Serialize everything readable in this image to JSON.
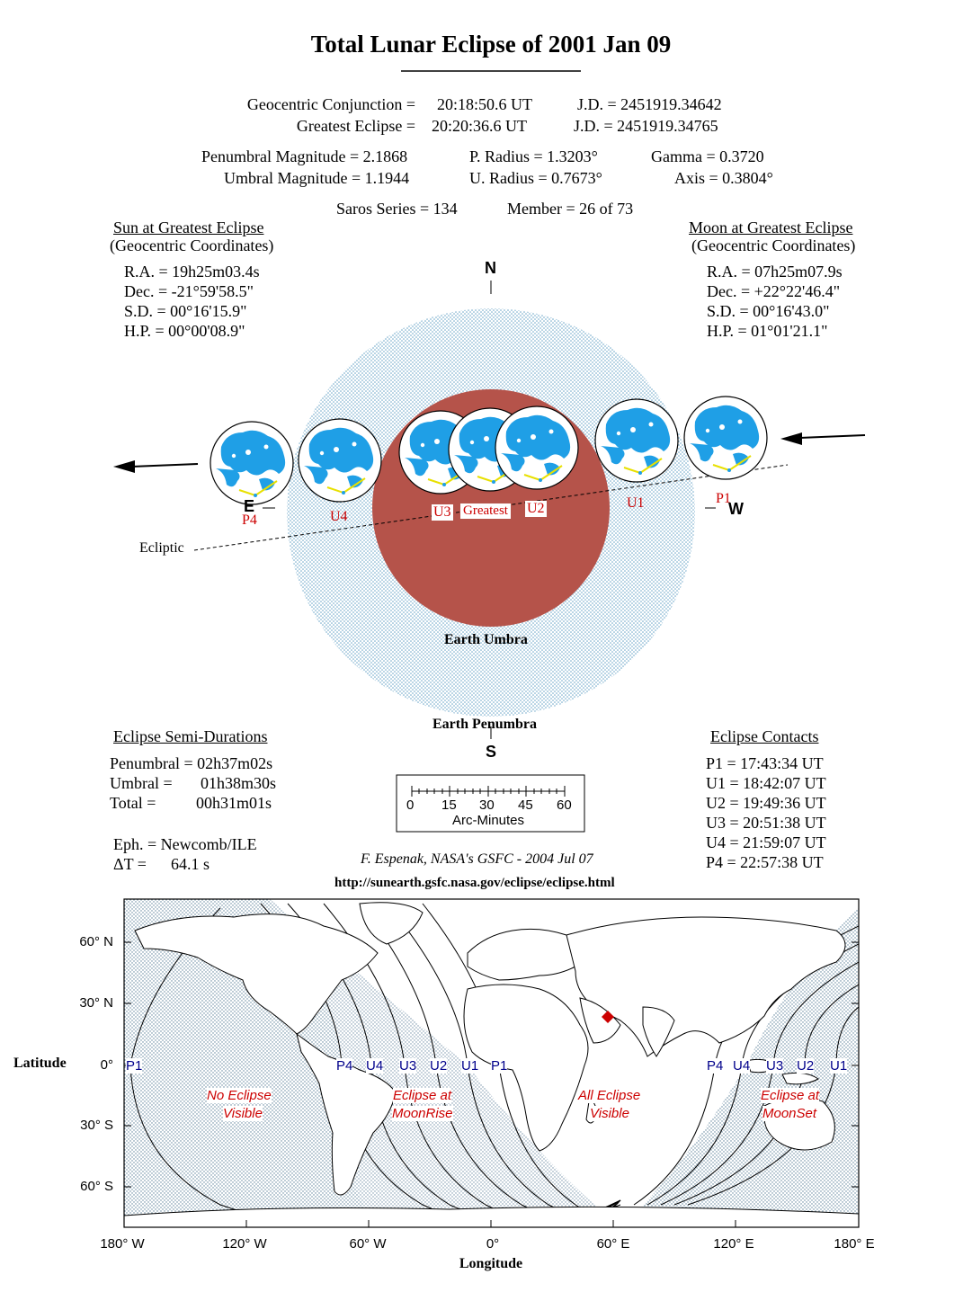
{
  "title": "Total Lunar Eclipse of  2001 Jan 09",
  "header": {
    "conj_label": "Geocentric Conjunction =",
    "conj_time": "20:18:50.6 UT",
    "conj_jd": "J.D. =  2451919.34642",
    "greatest_label": "Greatest Eclipse =",
    "greatest_time": "20:20:36.6 UT",
    "greatest_jd": "J.D. =  2451919.34765",
    "pen_mag": "Penumbral Magnitude =  2.1868",
    "umb_mag": "Umbral Magnitude =  1.1944",
    "p_radius": "P. Radius = 1.3203°",
    "u_radius": "U. Radius = 0.7673°",
    "gamma": "Gamma =  0.3720",
    "axis": "Axis =  0.3804°",
    "saros": "Saros Series = 134",
    "member": "Member = 26 of 73"
  },
  "sun": {
    "heading": "Sun at Greatest Eclipse",
    "sub": "(Geocentric Coordinates)",
    "ra": "R.A. =  19h25m03.4s",
    "dec": "Dec. = -21°59'58.5\"",
    "sd": "S.D. =  00°16'15.9\"",
    "hp": "H.P. =  00°00'08.9\""
  },
  "moon": {
    "heading": "Moon at Greatest Eclipse",
    "sub": "(Geocentric Coordinates)",
    "ra": "R.A. =  07h25m07.9s",
    "dec": "Dec. = +22°22'46.4\"",
    "sd": "S.D. =  00°16'43.0\"",
    "hp": "H.P. =  01°01'21.1\""
  },
  "diagram": {
    "north": "N",
    "south": "S",
    "east": "E",
    "west": "W",
    "ecliptic": "Ecliptic",
    "umbra": "Earth Umbra",
    "penumbra": "Earth Penumbra",
    "contacts": [
      "P4",
      "U4",
      "U3",
      "Greatest",
      "U2",
      "U1",
      "P1"
    ],
    "colors": {
      "penumbra": "#d6e8f2",
      "umbra": "#b5534a",
      "moon_sea": "#1f9fe6",
      "contact_label": "#cc0000",
      "track": "#e8e000"
    }
  },
  "scale": {
    "ticks": [
      "0",
      "15",
      "30",
      "45",
      "60"
    ],
    "label": "Arc-Minutes"
  },
  "durations": {
    "heading": "Eclipse Semi-Durations",
    "penumbral": "Penumbral = 02h37m02s",
    "umbral_label": "Umbral =",
    "umbral_value": "01h38m30s",
    "total_label": "Total =",
    "total_value": "00h31m01s",
    "eph": "Eph. = Newcomb/ILE",
    "dt_label": "ΔT =",
    "dt_value": "64.1 s"
  },
  "contacts": {
    "heading": "Eclipse Contacts",
    "items": [
      "P1 = 17:43:34 UT",
      "U1 = 18:42:07 UT",
      "U2 = 19:49:36 UT",
      "U3 = 20:51:38 UT",
      "U4 = 21:59:07 UT",
      "P4 = 22:57:38 UT"
    ]
  },
  "credit": "F. Espenak, NASA's GSFC - 2004 Jul 07",
  "url": "http://sunearth.gsfc.nasa.gov/eclipse/eclipse.html",
  "map": {
    "lat_ticks": [
      "60° N",
      "30° N",
      "0°",
      "30° S",
      "60° S"
    ],
    "lon_ticks": [
      "180° W",
      "120° W",
      "60° W",
      "0°",
      "60° E",
      "120° E",
      "180° E"
    ],
    "ylabel": "Latitude",
    "xlabel": "Longitude",
    "curve_labels": [
      "P1",
      "P4",
      "U4",
      "U3",
      "U2",
      "U1",
      "P1",
      "P4",
      "U4",
      "U3",
      "U2",
      "U1"
    ],
    "region_no1": "No Eclipse",
    "region_no2": "Visible",
    "region_rise1": "Eclipse at",
    "region_rise2": "MoonRise",
    "region_all1": "All Eclipse",
    "region_all2": "Visible",
    "region_set1": "Eclipse at",
    "region_set2": "MoonSet"
  }
}
